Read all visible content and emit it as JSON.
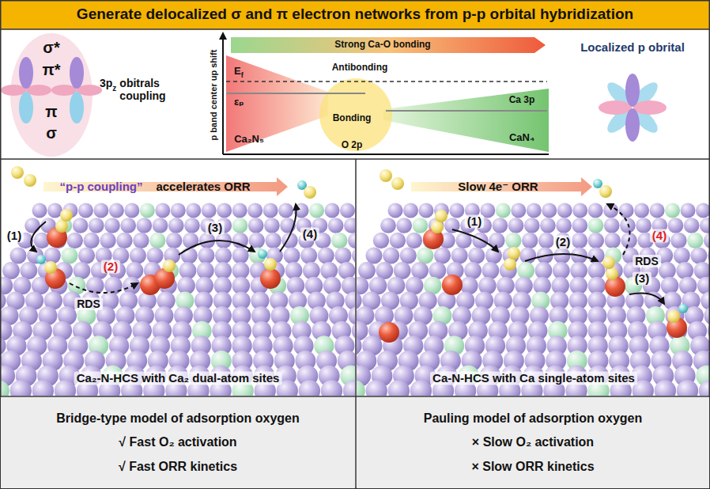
{
  "diagram": {
    "title": "Generate delocalized σ and π electron networks from p-p orbital hybridization",
    "nodes": [
      {
        "text": [
          "Strong Ca-O bonding"
        ]
      },
      {
        "text": [
          "Bridge-type model of adsorption oxygen",
          "√ Fast O₂ activation",
          "√ Fast ORR kinetics"
        ]
      },
      {
        "text": [
          "Pauling model of adsorption oxygen",
          "× Slow O₂ activation",
          "× Slow ORR kinetics"
        ]
      }
    ],
    "labels": [
      "σ*",
      "π*",
      "π",
      "σ",
      "3p",
      "z",
      "obitrals coupling",
      "E",
      "f",
      "εₚ",
      "Antibonding",
      "Bonding",
      "Ca₂N₅",
      "O 2p",
      "Ca 3p",
      "CaN₄",
      "p band center up shift",
      "Localized p obrital",
      "“p-p coupling”",
      "accelerates ORR",
      "(1)",
      "(2)",
      "RDS",
      "(3)",
      "(4)",
      "Ca₂-N-HCS with Ca₂ dual-atom sites",
      "Slow 4e⁻ ORR",
      "(1)",
      "(2)",
      "RDS",
      "(4)",
      "(3)",
      "Ca-N-HCS with Ca single-atom sites"
    ]
  }
}
